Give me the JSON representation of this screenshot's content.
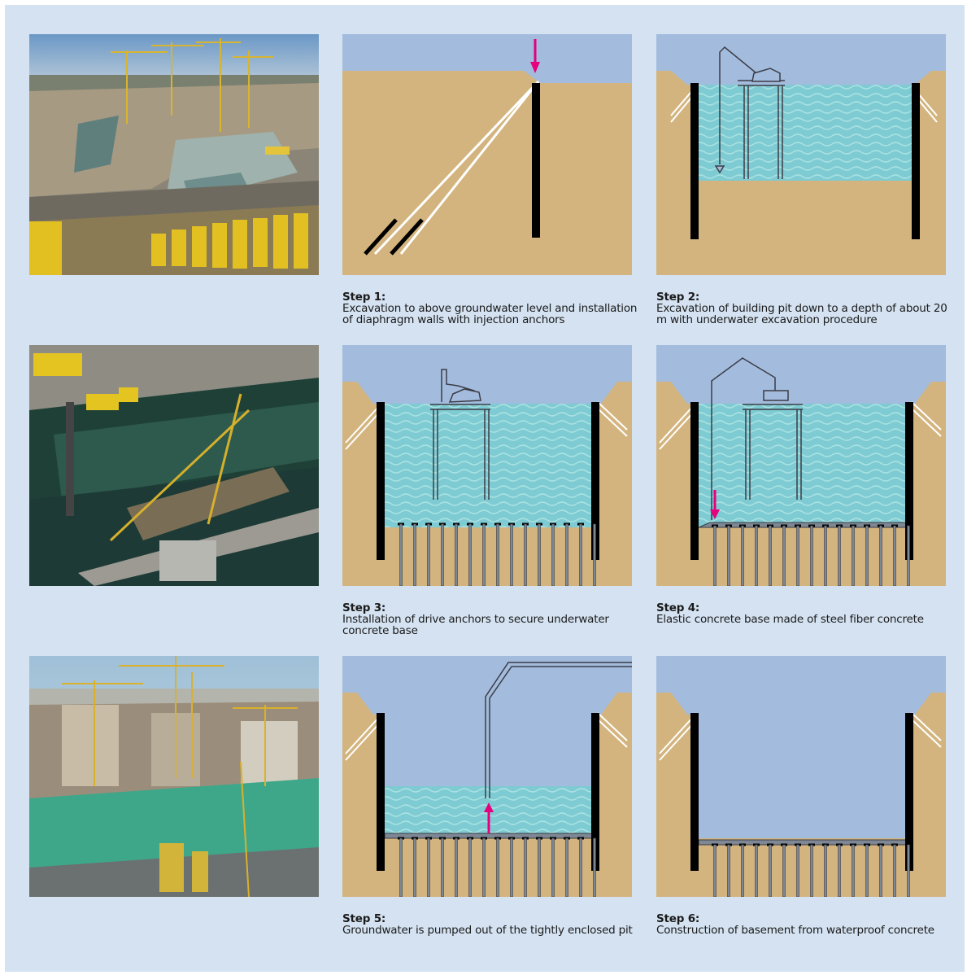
{
  "steps": [
    {
      "title": "Step 1:",
      "text": "Excavation to above groundwater level and installation of diaphragm walls with injection anchors"
    },
    {
      "title": "Step 2:",
      "text": "Excavation of building pit down to a depth of about 20 m with underwater excavation procedure"
    },
    {
      "title": "Step 3:",
      "text": "Installation of drive anchors to secure underwater concrete base"
    },
    {
      "title": "Step 4:",
      "text": "Elastic concrete base made of steel fiber concrete"
    },
    {
      "title": "Step 5:",
      "text": "Groundwater is pumped out of the tightly enclosed pit"
    },
    {
      "title": "Step 6:",
      "text": "Construction of basement from waterproof concrete"
    }
  ],
  "photos": [
    {
      "name": "construction-site-aerial-photo"
    },
    {
      "name": "underwater-excavation-photo"
    },
    {
      "name": "city-construction-photo"
    }
  ],
  "colors": {
    "panel_background": "#d4e2f1",
    "sky": "#a3bcdd",
    "soil": "#d3b47e",
    "water": "#7ecbd3",
    "wave": "#a8e1e1",
    "wall": "#000000",
    "arrow": "#e6007e",
    "concrete_base": "#7d8894"
  }
}
